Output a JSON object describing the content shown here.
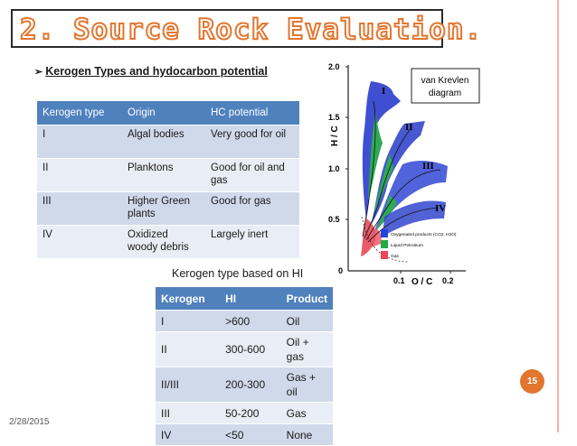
{
  "title": "2. Source Rock Evaluation.",
  "subheading": "Kerogen Types and hydocarbon  potential",
  "table1": {
    "headers": [
      "Kerogen type",
      "Origin",
      "HC potential"
    ],
    "rows": [
      [
        "I",
        "Algal bodies",
        "Very good for oil"
      ],
      [
        "II",
        "Planktons",
        "Good for oil and gas"
      ],
      [
        "III",
        "Higher Green plants",
        "Good for gas"
      ],
      [
        "IV",
        "Oxidized woody debris",
        "Largely inert"
      ]
    ]
  },
  "table2": {
    "caption": "Kerogen type based on HI",
    "headers": [
      "Kerogen",
      "HI",
      "Product"
    ],
    "rows": [
      [
        "I",
        ">600",
        "Oil"
      ],
      [
        "II",
        "300-600",
        "Oil + gas"
      ],
      [
        "II/III",
        "200-300",
        "Gas + oil"
      ],
      [
        "III",
        "50-200",
        "Gas"
      ],
      [
        "IV",
        "<50",
        "None"
      ]
    ]
  },
  "diagram": {
    "title_line1": "van Krevlen",
    "title_line2": "diagram",
    "y_axis_label": "H / C",
    "x_axis_label": "O / C",
    "y_ticks": [
      "2.0",
      "1.5",
      "1.0",
      "0.5",
      "0"
    ],
    "x_ticks": [
      "0.1",
      "0.2"
    ],
    "types": [
      "I",
      "II",
      "III",
      "IV"
    ],
    "legend": [
      {
        "label": "Oxygenated products (CO2, H2O)",
        "color": "#2244dd"
      },
      {
        "label": "Liquid Petroleum",
        "color": "#22aa44"
      },
      {
        "label": "Gas",
        "color": "#ee4455"
      }
    ]
  },
  "page_number": "15",
  "date": "2/28/2015"
}
